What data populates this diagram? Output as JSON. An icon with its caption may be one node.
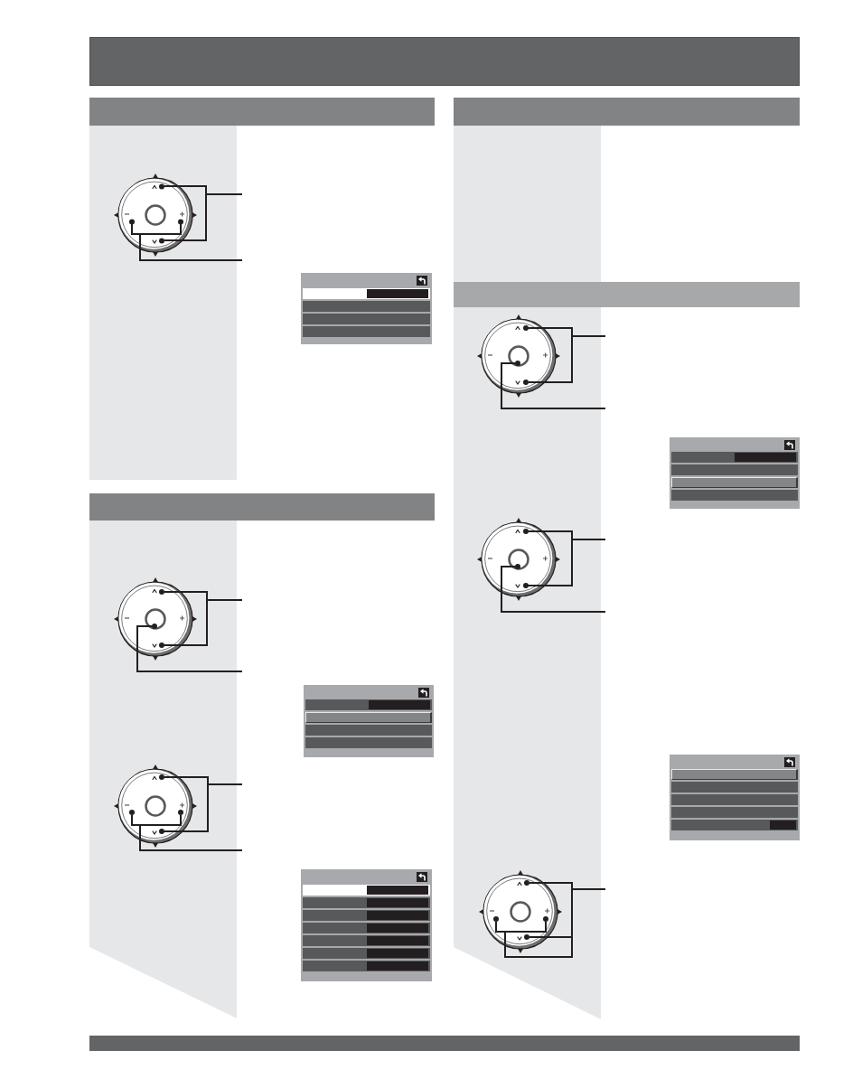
{
  "diagram": {
    "nodes": [
      {
        "text": [],
        "shape": "bar"
      },
      {
        "text": [],
        "shape": "bar"
      },
      {
        "text": [],
        "shape": "box"
      },
      {
        "text": [],
        "shape": "picture",
        "in": 2
      },
      {
        "text": [],
        "shape": "circle",
        "in": 3
      },
      {
        "text": [],
        "shape": "circle",
        "in": 3
      },
      {
        "text": [],
        "shape": "circle",
        "in": 3
      },
      {
        "text": [],
        "shape": "circle",
        "in": 3
      },
      {
        "text": [],
        "shape": "bar"
      },
      {
        "text": [],
        "shape": "box"
      },
      {
        "text": [],
        "shape": "picture",
        "in": 9
      },
      {
        "text": [],
        "shape": "circle",
        "in": 10
      },
      {
        "text": [],
        "shape": "circle",
        "in": 10
      },
      {
        "text": [],
        "shape": "circle",
        "in": 10
      },
      {
        "text": [],
        "shape": "picture",
        "in": 9
      },
      {
        "text": [],
        "shape": "circle",
        "in": 14
      },
      {
        "text": [],
        "shape": "circle",
        "in": 14
      },
      {
        "text": [],
        "shape": "circle",
        "in": 14
      },
      {
        "text": [],
        "shape": "circle",
        "in": 14
      },
      {
        "text": [],
        "shape": "bar"
      },
      {
        "text": [],
        "shape": "box"
      },
      {
        "text": [],
        "shape": "bar"
      },
      {
        "text": [],
        "shape": "box"
      },
      {
        "text": [],
        "shape": "picture",
        "in": 22
      },
      {
        "text": [],
        "shape": "circle",
        "in": 23
      },
      {
        "text": [],
        "shape": "circle",
        "in": 23
      },
      {
        "text": [],
        "shape": "circle",
        "in": 23
      },
      {
        "text": [],
        "shape": "picture",
        "in": 22
      },
      {
        "text": [],
        "shape": "circle",
        "in": 27
      },
      {
        "text": [],
        "shape": "circle",
        "in": 27
      },
      {
        "text": [],
        "shape": "circle",
        "in": 27
      },
      {
        "text": [],
        "shape": "picture",
        "in": 22
      },
      {
        "text": [],
        "shape": "circle",
        "in": 31
      },
      {
        "text": [],
        "shape": "circle",
        "in": 31
      },
      {
        "text": [],
        "shape": "circle",
        "in": 31
      },
      {
        "text": [],
        "shape": "circle",
        "in": 31
      },
      {
        "text": [],
        "shape": "bar"
      }
    ],
    "edges": [
      {
        "from": null,
        "to": 4,
        "arrow": "none"
      },
      {
        "from": null,
        "to": 5,
        "arrow": "none"
      },
      {
        "from": null,
        "to": 6,
        "arrow": "none"
      },
      {
        "from": null,
        "to": 7,
        "arrow": "none"
      },
      {
        "from": null,
        "to": 11,
        "arrow": "none"
      },
      {
        "from": null,
        "to": 12,
        "arrow": "none"
      },
      {
        "from": null,
        "to": 13,
        "arrow": "none"
      },
      {
        "from": null,
        "to": 15,
        "arrow": "none"
      },
      {
        "from": null,
        "to": 16,
        "arrow": "none"
      },
      {
        "from": null,
        "to": 17,
        "arrow": "none"
      },
      {
        "from": null,
        "to": 18,
        "arrow": "none"
      },
      {
        "from": null,
        "to": 24,
        "arrow": "none"
      },
      {
        "from": null,
        "to": 25,
        "arrow": "none"
      },
      {
        "from": null,
        "to": 26,
        "arrow": "none"
      },
      {
        "from": null,
        "to": 28,
        "arrow": "none"
      },
      {
        "from": null,
        "to": 29,
        "arrow": "none"
      },
      {
        "from": null,
        "to": 30,
        "arrow": "none"
      },
      {
        "from": null,
        "to": 32,
        "arrow": "none"
      },
      {
        "from": null,
        "to": 33,
        "arrow": "none"
      },
      {
        "from": null,
        "to": 34,
        "arrow": "none"
      },
      {
        "from": null,
        "to": 35,
        "arrow": "none"
      }
    ]
  }
}
